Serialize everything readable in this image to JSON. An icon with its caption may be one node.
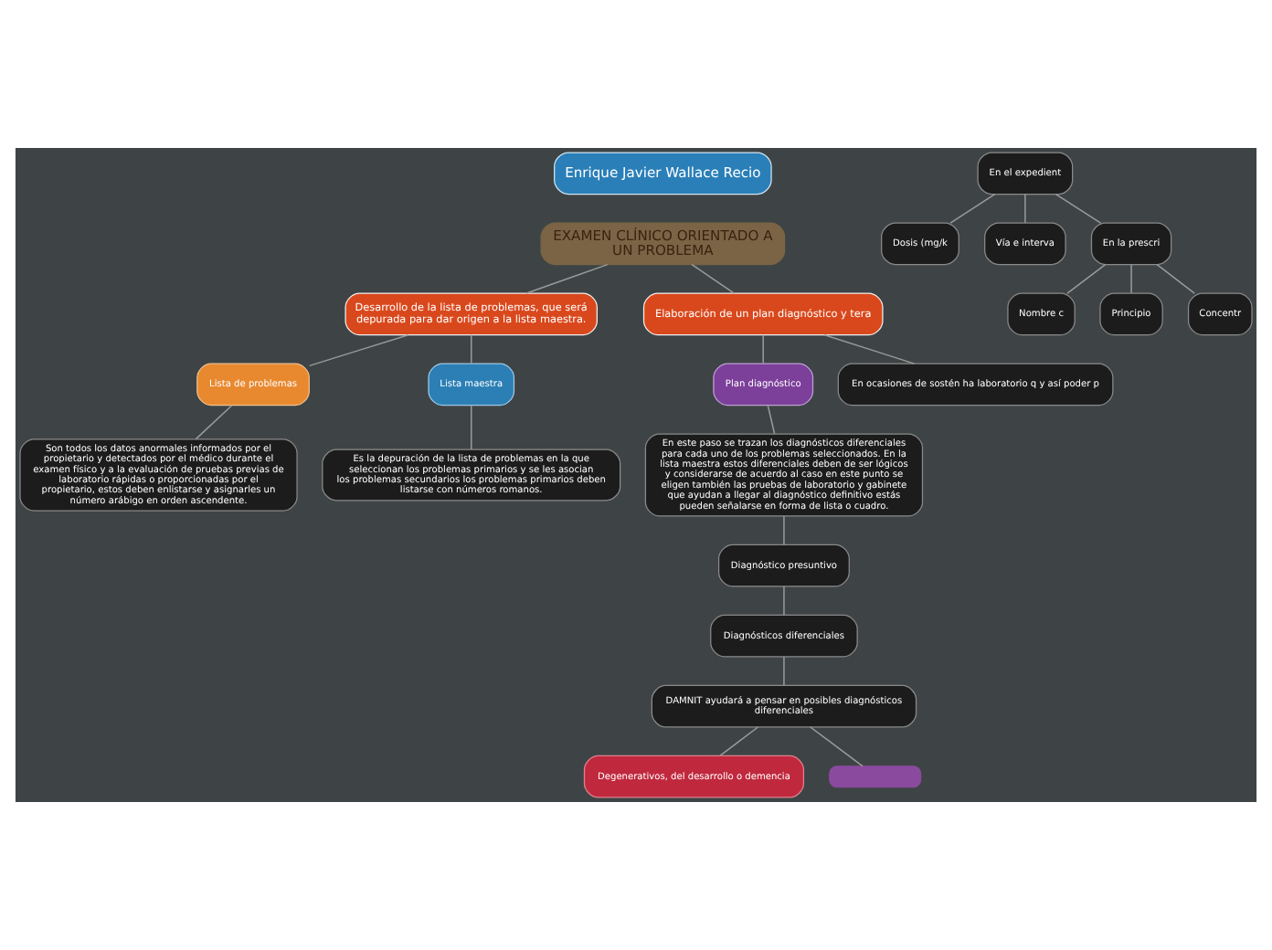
{
  "diagram": {
    "nodes": [
      {
        "text": [
          "Enrique Javier Wallace Recio"
        ]
      },
      {
        "text": [
          "EXAMEN CLÍNICO ORIENTADO A UN PROBLEMA"
        ]
      },
      {
        "text": [
          "Desarrollo de la lista de problemas, que será depurada para dar origen a la lista maestra."
        ]
      },
      {
        "text": [
          "Lista de problemas"
        ]
      },
      {
        "text": [
          "Lista maestra"
        ]
      },
      {
        "text": [
          "Son todos los datos anormales informados por el propietario y detectados por el médico durante el examen físico y a la evaluación de pruebas previas de laboratorio rápidas o proporcionadas por el propietario, estos deben enlistarse y asignarles un número arábigo en orden ascendente."
        ]
      },
      {
        "text": [
          "Es la depuración de la lista de problemas en la que seleccionan los problemas primarios y se les asocian los problemas secundarios los problemas primarios deben listarse con números romanos."
        ]
      },
      {
        "text": [
          "Elaboración de un plan diagnóstico y tera"
        ]
      },
      {
        "text": [
          "Plan diagnóstico"
        ]
      },
      {
        "text": [
          "En este paso se trazan los diagnósticos diferenciales para cada uno de los problemas seleccionados. En la lista maestra estos diferenciales deben de ser lógicos y considerarse de acuerdo al caso en este punto se eligen también las pruebas de laboratorio y gabinete que ayudan a llegar al diagnóstico definitivo estás pueden señalarse en forma de lista o cuadro."
        ]
      },
      {
        "text": [
          "Diagnóstico presuntivo"
        ]
      },
      {
        "text": [
          "Diagnósticos diferenciales"
        ]
      },
      {
        "text": [
          "DAMNIT ayudará a pensar en posibles diagnósticos diferenciales"
        ]
      },
      {
        "text": [
          "Degenerativos, del desarrollo o demencia"
        ]
      },
      {
        "text": [],
        "shape": "box"
      },
      {
        "text": [
          "En ocasiones de sostén ha laboratorio q y así poder p"
        ]
      },
      {
        "text": [
          "En el expedient"
        ]
      },
      {
        "text": [
          "Dosis (mg/k"
        ]
      },
      {
        "text": [
          "Vía e interva"
        ]
      },
      {
        "text": [
          "En la prescri"
        ]
      },
      {
        "text": [
          "Nombre c"
        ]
      },
      {
        "text": [
          "Principio"
        ]
      },
      {
        "text": [
          "Concentr"
        ]
      }
    ],
    "edges": [
      {
        "from": 1,
        "to": 2,
        "arrow": "none"
      },
      {
        "from": 2,
        "to": 3,
        "arrow": "none"
      },
      {
        "from": 2,
        "to": 4,
        "arrow": "none"
      },
      {
        "from": 3,
        "to": 5,
        "arrow": "none"
      },
      {
        "from": 4,
        "to": 6,
        "arrow": "none"
      },
      {
        "from": 1,
        "to": 7,
        "arrow": "none"
      },
      {
        "from": 7,
        "to": 8,
        "arrow": "none"
      },
      {
        "from": 8,
        "to": 9,
        "arrow": "none"
      },
      {
        "from": 9,
        "to": 10,
        "arrow": "none"
      },
      {
        "from": 10,
        "to": 11,
        "arrow": "none"
      },
      {
        "from": 11,
        "to": 12,
        "arrow": "none"
      },
      {
        "from": 12,
        "to": 13,
        "arrow": "none"
      },
      {
        "from": 12,
        "to": 14,
        "arrow": "none"
      },
      {
        "from": 7,
        "to": 15,
        "arrow": "none"
      },
      {
        "from": 16,
        "to": 17,
        "arrow": "none"
      },
      {
        "from": 16,
        "to": 18,
        "arrow": "none"
      },
      {
        "from": 16,
        "to": 19,
        "arrow": "none"
      },
      {
        "from": 19,
        "to": 20,
        "arrow": "none"
      },
      {
        "from": 19,
        "to": 21,
        "arrow": "none"
      },
      {
        "from": 19,
        "to": 22,
        "arrow": "none"
      }
    ]
  }
}
